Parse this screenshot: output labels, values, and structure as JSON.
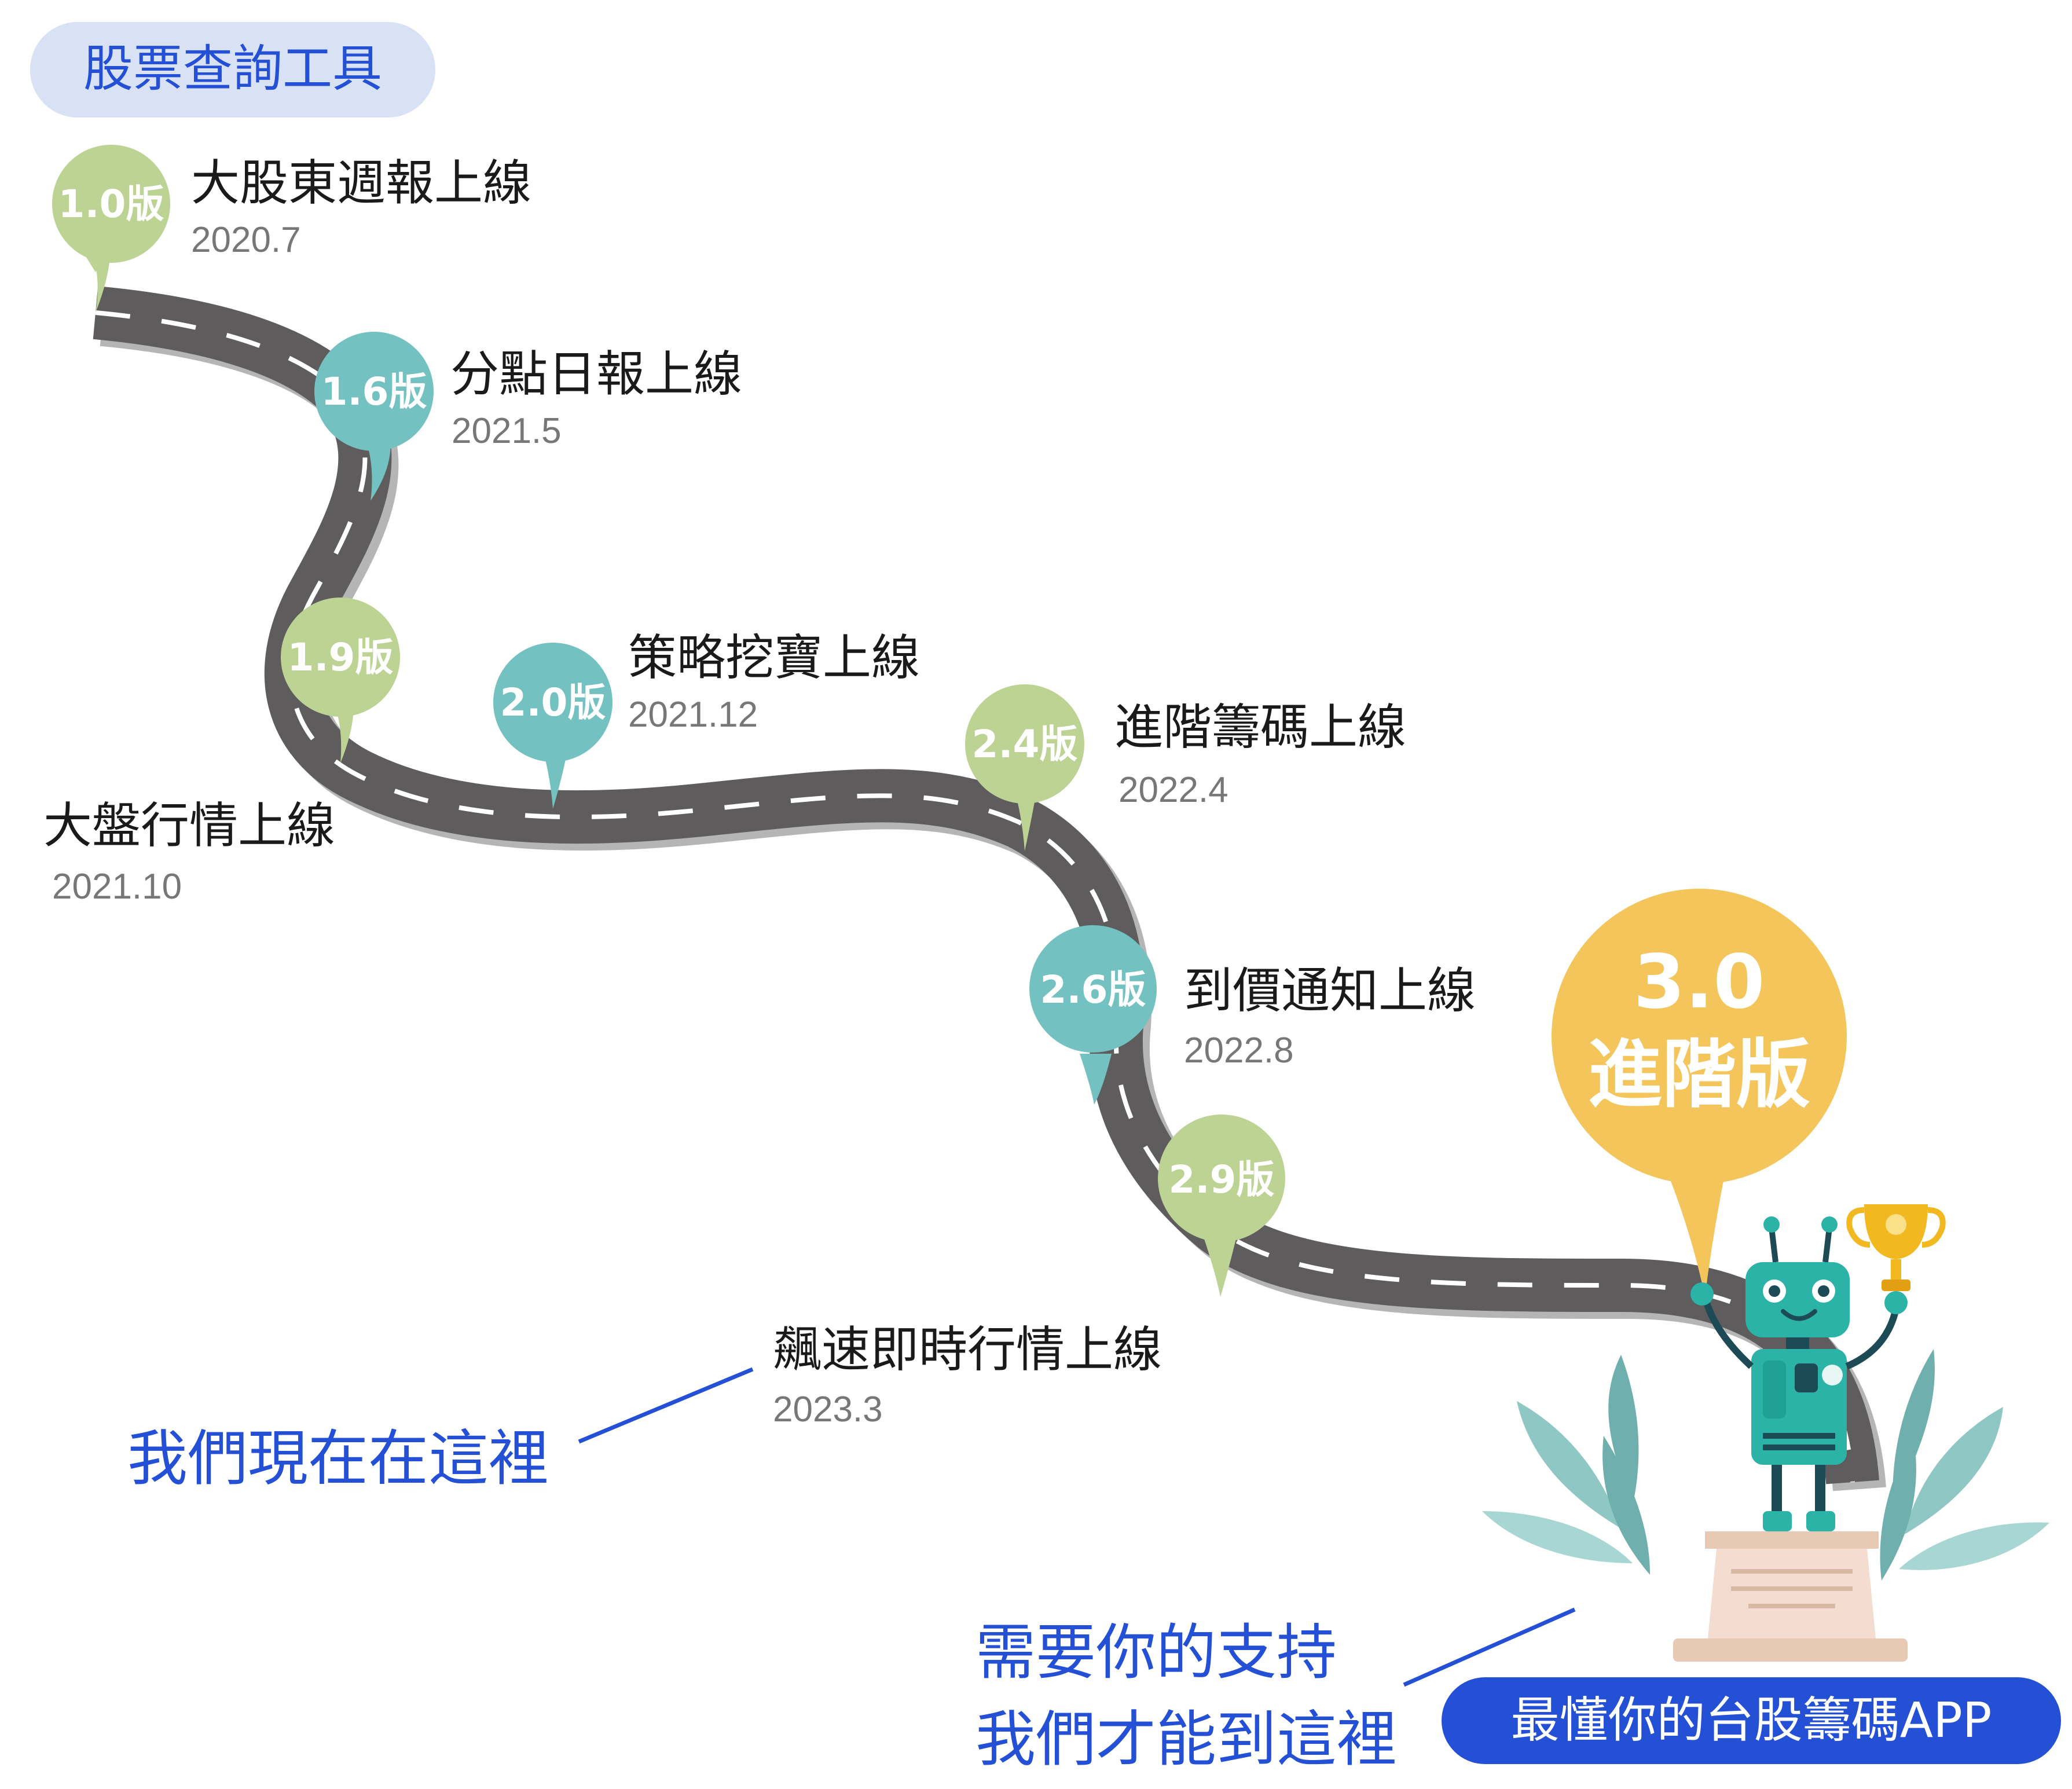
{
  "tag": {
    "label": "股票查詢工具",
    "bg": "#d9e1f5",
    "color": "#2450d6"
  },
  "milestones": [
    {
      "version": "1.0版",
      "title": "大股東週報上線",
      "date": "2020.7"
    },
    {
      "version": "1.6版",
      "title": "分點日報上線",
      "date": "2021.5"
    },
    {
      "version": "1.9版",
      "title": "大盤行情上線",
      "date": "2021.10"
    },
    {
      "version": "2.0版",
      "title": "策略挖寶上線",
      "date": "2021.12"
    },
    {
      "version": "2.4版",
      "title": "進階籌碼上線",
      "date": "2022.4"
    },
    {
      "version": "2.6版",
      "title": "到價通知上線",
      "date": "2022.8"
    },
    {
      "version": "2.9版",
      "title": "飆速即時行情上線",
      "date": "2023.3"
    }
  ],
  "final_pin": {
    "line1": "3.0",
    "line2": "進階版",
    "color": "#f4c55a"
  },
  "notes": {
    "here": "我們現在在這裡",
    "support_line1": "需要你的支持",
    "support_line2": "我們才能到這裡"
  },
  "app_badge": {
    "label": "最懂你的台股籌碼APP",
    "bg": "#2450d6"
  },
  "colors": {
    "green_pin": "#bcd394",
    "teal_pin": "#73c2c1",
    "road": "#5e5c5c",
    "road_shadow": "#b5b5b5",
    "robot": "#2bb3a8"
  }
}
